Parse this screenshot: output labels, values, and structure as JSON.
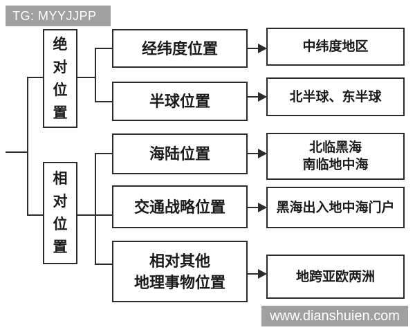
{
  "watermarks": {
    "top": "TG: MYYJJPP",
    "bottom": "www.dianshuien.com"
  },
  "colors": {
    "banner_bg": "#a0a0a0",
    "banner_text": "#ffffff",
    "line": "#2b2b2b",
    "box_bg": "#ffffff",
    "page_bg": "#fdfdfd"
  },
  "diagram": {
    "type": "tree",
    "root_nodes": [
      {
        "label": "绝对位置",
        "orientation": "vertical"
      },
      {
        "label": "相对位置",
        "orientation": "vertical"
      }
    ],
    "branches": [
      {
        "parent": "绝对位置",
        "category": "经纬度位置",
        "result": "中纬度地区"
      },
      {
        "parent": "绝对位置",
        "category": "半球位置",
        "result": "北半球、东半球"
      },
      {
        "parent": "相对位置",
        "category": "海陆位置",
        "result": "北临黑海\n南临地中海"
      },
      {
        "parent": "相对位置",
        "category": "交通战略位置",
        "result": "黑海出入地中海门户"
      },
      {
        "parent": "相对位置",
        "category": "相对其他\n地理事物位置",
        "result": "地跨亚欧两洲"
      }
    ]
  }
}
